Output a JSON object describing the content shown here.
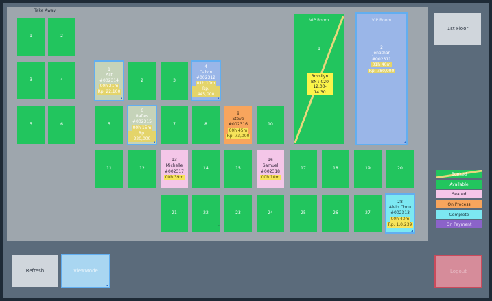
{
  "floor": {
    "caption": "Take Away",
    "floor_button": "1st Floor"
  },
  "tables": {
    "t_ta1": {
      "label": "1"
    },
    "t_ta2": {
      "label": "2"
    },
    "t_ta3": {
      "label": "3"
    },
    "t_ta4": {
      "label": "4"
    },
    "t_ta5": {
      "label": "5"
    },
    "t_ta6": {
      "label": "6"
    },
    "t1": {
      "label": "1",
      "name": "Alif",
      "ref": "#002314",
      "time": "00h 21m",
      "amount": "Rp. 22,100"
    },
    "t2": {
      "label": "2"
    },
    "t3": {
      "label": "3"
    },
    "t4": {
      "label": "4",
      "name": "Calvin",
      "ref": "#002312",
      "time": "01h 10m",
      "amount": "Rp. 445,000"
    },
    "t5": {
      "label": "5"
    },
    "t6": {
      "label": "6",
      "name": "Rafles",
      "ref": "#002315",
      "time": "00h 15m",
      "amount": "Rp. 220,000"
    },
    "t7": {
      "label": "7"
    },
    "t8": {
      "label": "8"
    },
    "t9": {
      "label": "9",
      "name": "Steve",
      "ref": "#002316",
      "time": "00h 45m",
      "amount": "Rp. 73,000"
    },
    "t10": {
      "label": "10"
    },
    "t11": {
      "label": "11"
    },
    "t12": {
      "label": "12"
    },
    "t13": {
      "label": "13",
      "name": "Michelle",
      "ref": "#002317",
      "time": "00h 39m"
    },
    "t14": {
      "label": "14"
    },
    "t15": {
      "label": "15"
    },
    "t16": {
      "label": "16",
      "name": "Samuel",
      "ref": "#002318",
      "time": "00h 10m"
    },
    "t17": {
      "label": "17"
    },
    "t18": {
      "label": "18"
    },
    "t19": {
      "label": "19"
    },
    "t20": {
      "label": "20"
    },
    "t21": {
      "label": "21"
    },
    "t22": {
      "label": "22"
    },
    "t23": {
      "label": "23"
    },
    "t24": {
      "label": "24"
    },
    "t25": {
      "label": "25"
    },
    "t26": {
      "label": "26"
    },
    "t27": {
      "label": "27"
    },
    "t28": {
      "label": "28",
      "name": "Alvin Chou",
      "ref": "#002313",
      "time": "00h 40m",
      "amount": "Rp. 1,0,239"
    }
  },
  "vip1": {
    "title": "VIP Room",
    "label": "1",
    "booking_name": "Rossilyn",
    "booking_code": "BN : 020",
    "booking_time": "12.00-14.30"
  },
  "vip2": {
    "title": "VIP Room",
    "label": "2",
    "name": "Jonathan",
    "ref": "#002311",
    "time": "01h 40m",
    "amount": "Rp. 780,000"
  },
  "legend": {
    "booked": "Booked",
    "available": "Available",
    "seated": "Seated",
    "on_process": "On Process",
    "complete": "Complete",
    "on_payment": "On Payment"
  },
  "buttons": {
    "refresh": "Refresh",
    "view_mode": "ViewMode",
    "exit": "Logout"
  },
  "misc": {
    "dot": "."
  },
  "colors": {
    "available": "#22c55e",
    "seated": "#f4c6e8",
    "on_process": "#f8a55d",
    "complete": "#7ce8f2",
    "on_payment": "#8b63c9",
    "booked_stripe": "#e8d77c",
    "selected_outline": "#62aef0"
  }
}
